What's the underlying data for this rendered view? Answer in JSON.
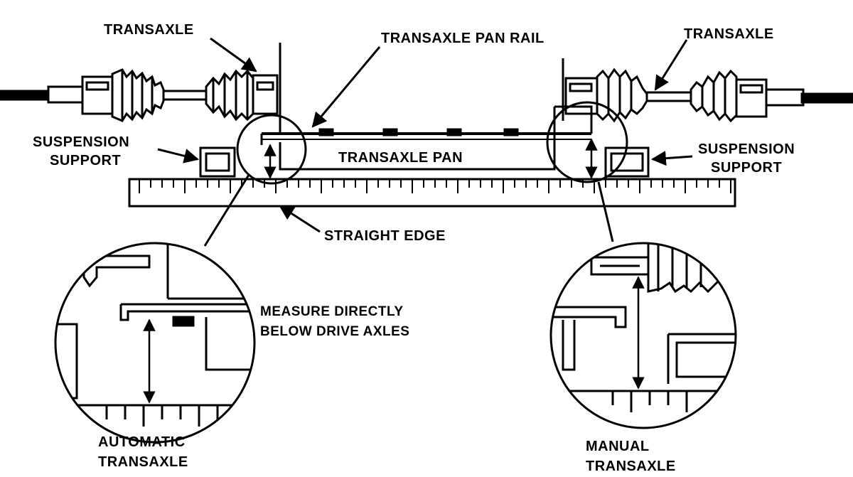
{
  "diagram": {
    "labels": {
      "transaxle_left": "TRANSAXLE",
      "pan_rail": "TRANSAXLE PAN RAIL",
      "transaxle_right": "TRANSAXLE",
      "suspension_left_1": "SUSPENSION",
      "suspension_left_2": "SUPPORT",
      "suspension_right_1": "SUSPENSION",
      "suspension_right_2": "SUPPORT",
      "pan": "TRANSAXLE PAN",
      "straight_edge": "STRAIGHT EDGE",
      "measure_1": "MEASURE DIRECTLY",
      "measure_2": "BELOW DRIVE AXLES",
      "auto_1": "AUTOMATIC",
      "auto_2": "TRANSAXLE",
      "manual_1": "MANUAL",
      "manual_2": "TRANSAXLE"
    },
    "colors": {
      "ink": "#000000",
      "paper": "#ffffff"
    }
  }
}
